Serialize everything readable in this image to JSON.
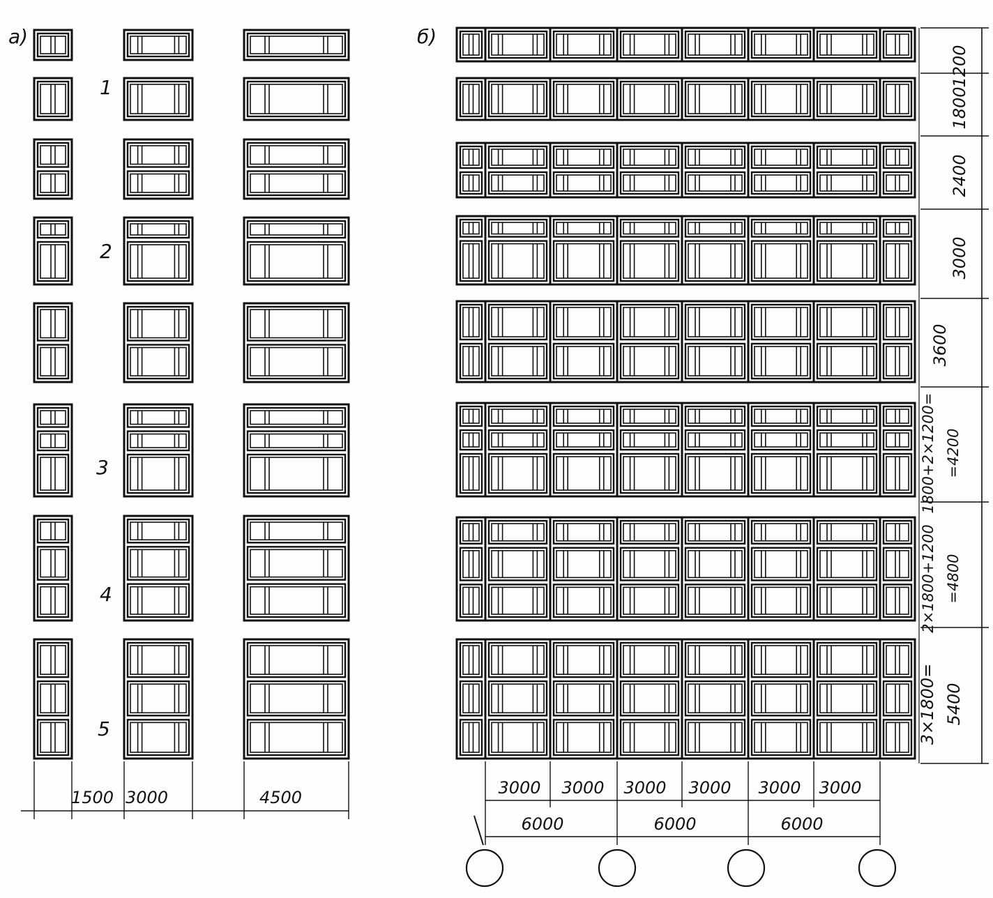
{
  "part_a": {
    "label": "а)",
    "row_labels": [
      "1",
      "2",
      "3",
      "4",
      "5"
    ],
    "column_widths": [
      "1500",
      "3000",
      "4500"
    ]
  },
  "part_b": {
    "label": "б)",
    "height_labels": [
      "1200",
      "1800",
      "2400",
      "3000",
      "3600",
      "1800+2×1200=\n=4200",
      "2×1800+1200\n=4800",
      "3×1800=\n5400"
    ],
    "bay_labels": [
      "3000",
      "3000",
      "3000",
      "3000",
      "3000",
      "3000"
    ],
    "span_labels": [
      "6000",
      "6000",
      "6000"
    ]
  },
  "colors": {
    "ink": "#111111",
    "paper": "#fdfdfb"
  }
}
